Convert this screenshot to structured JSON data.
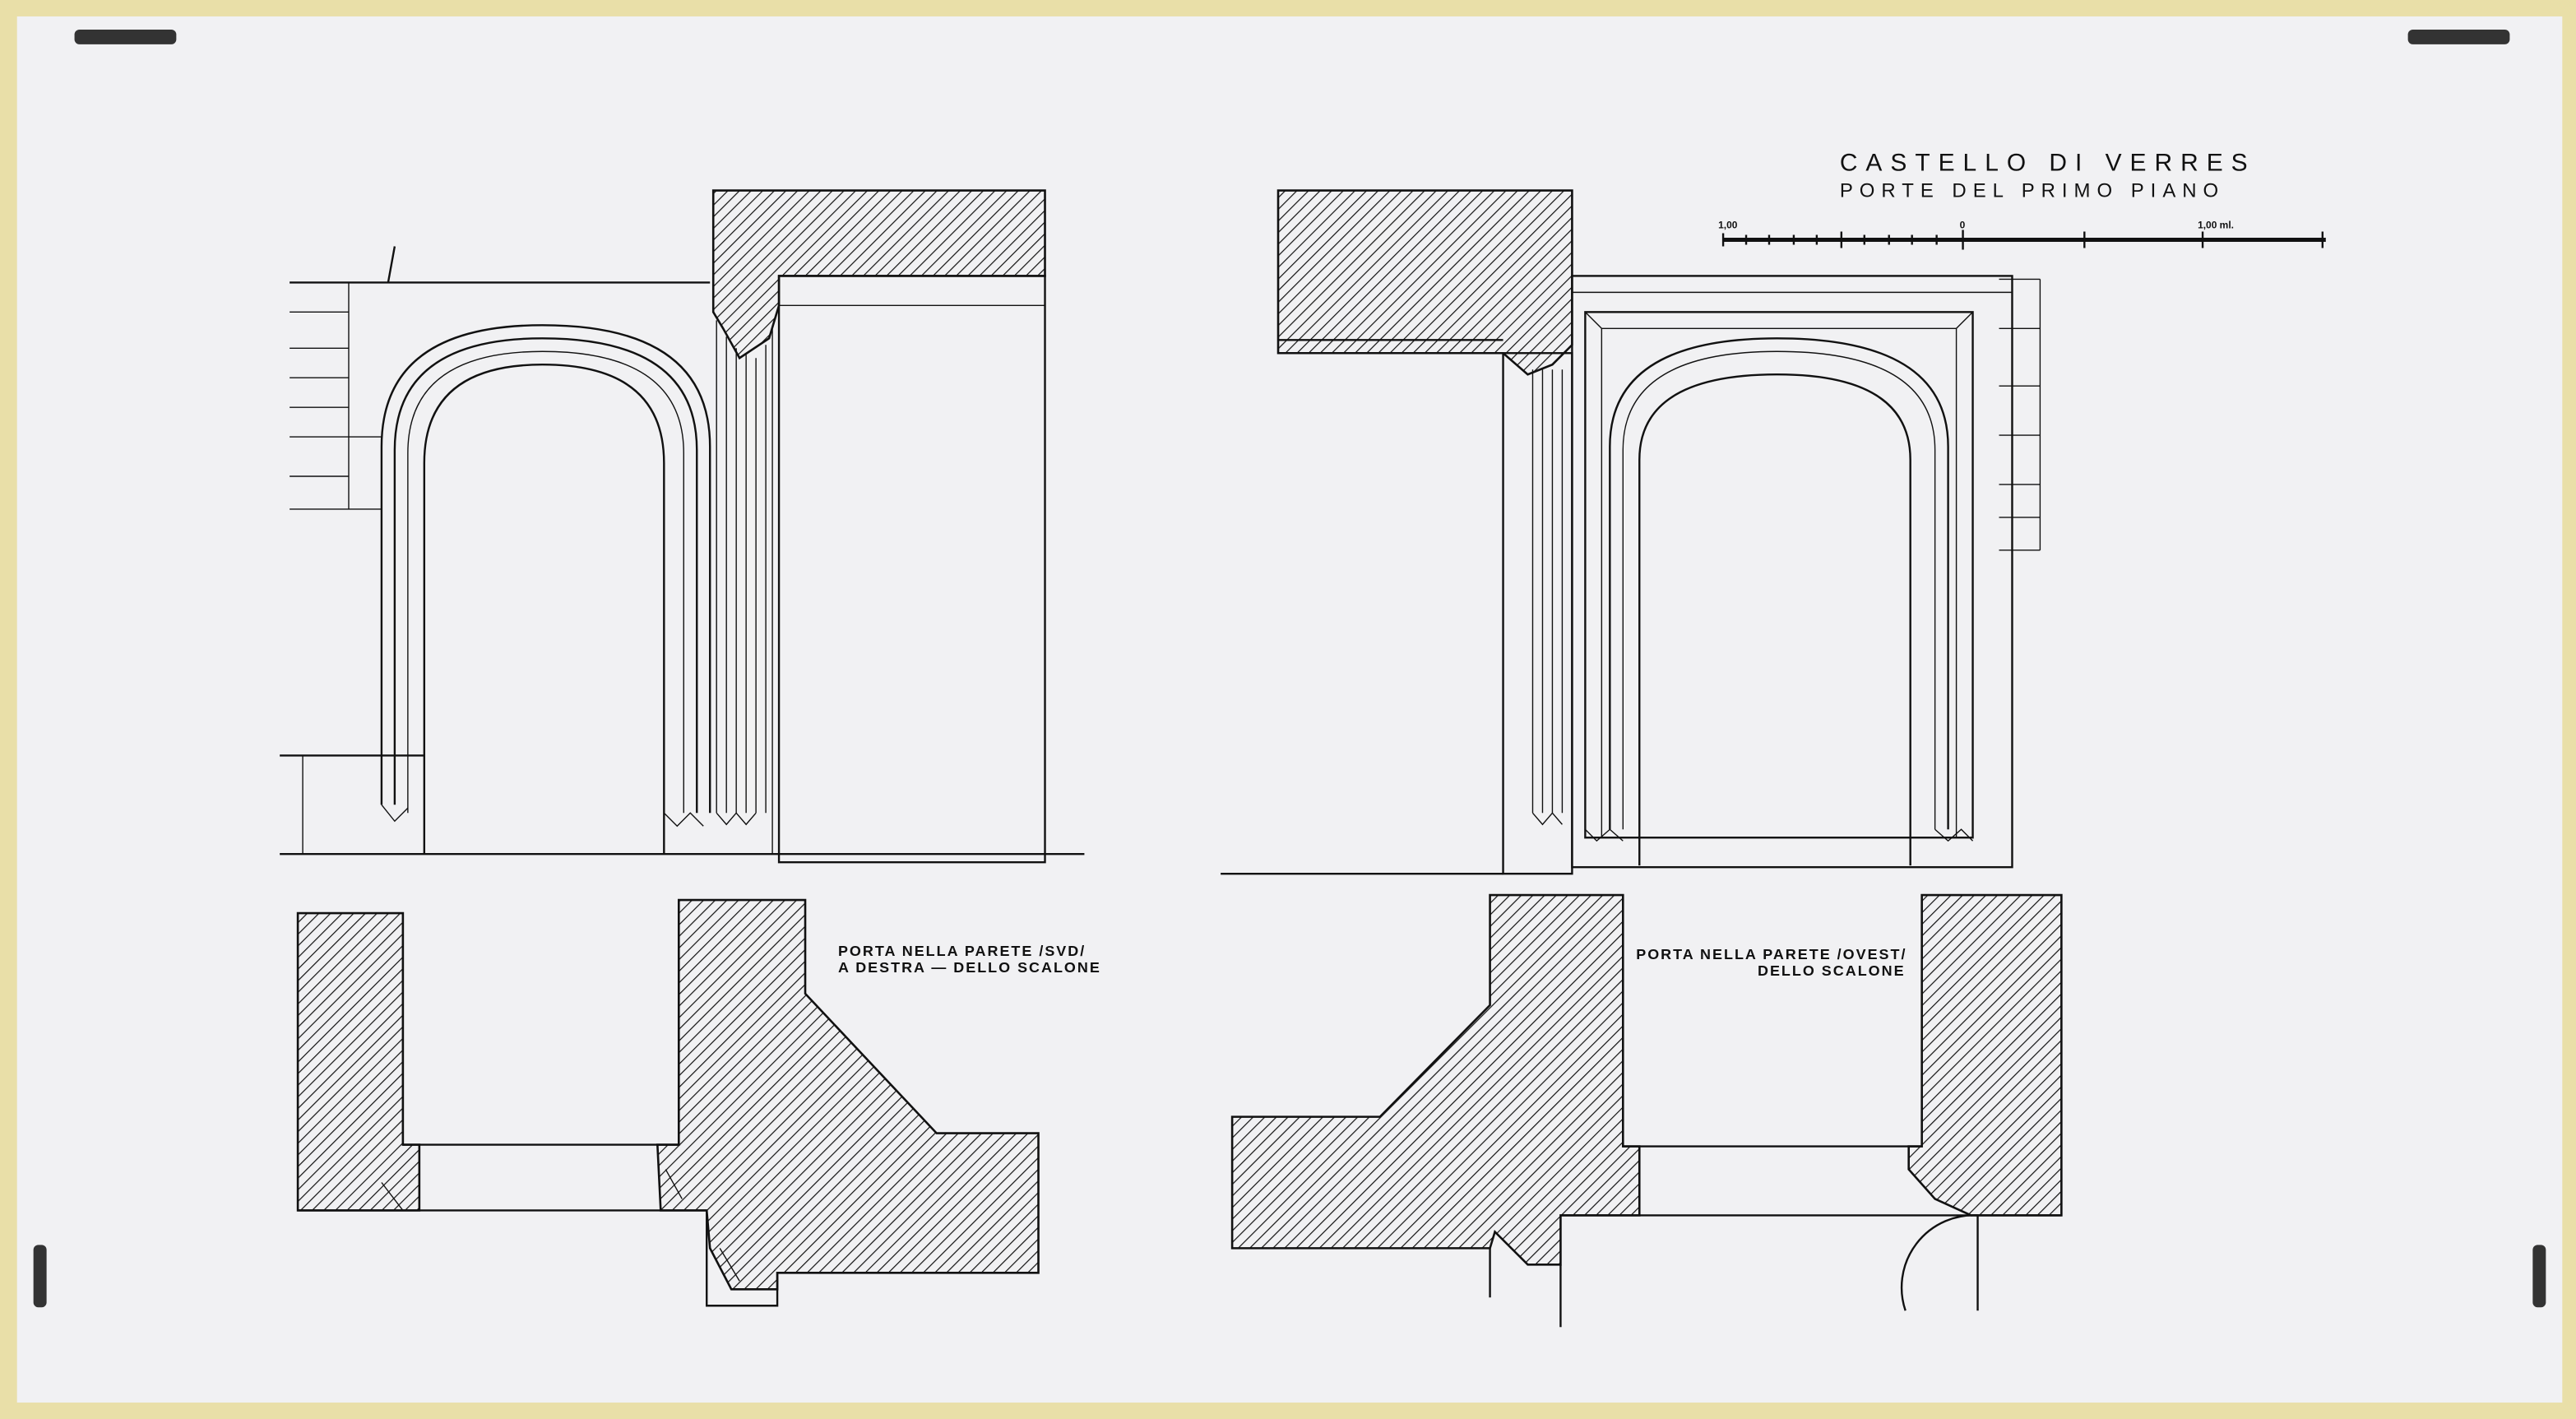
{
  "title": {
    "line1": "CASTELLO DI VERRES",
    "line2": "PORTE DEL PRIMO PIANO"
  },
  "scale_bar": {
    "left_label": "1,00",
    "zero_label": "0",
    "right_label": "1,00 ml."
  },
  "captions": {
    "south": {
      "line1": "PORTA NELLA PARETE  /SVD/",
      "line2": "A DESTRA  —  DELLO SCALONE"
    },
    "west": {
      "line1": "PORTA NELLA PARETE  /OVEST/",
      "line2": "DELLO SCALONE"
    }
  },
  "colors": {
    "paper": "#f1f1f3",
    "border": "#e9dfa8",
    "ink": "#111111"
  }
}
